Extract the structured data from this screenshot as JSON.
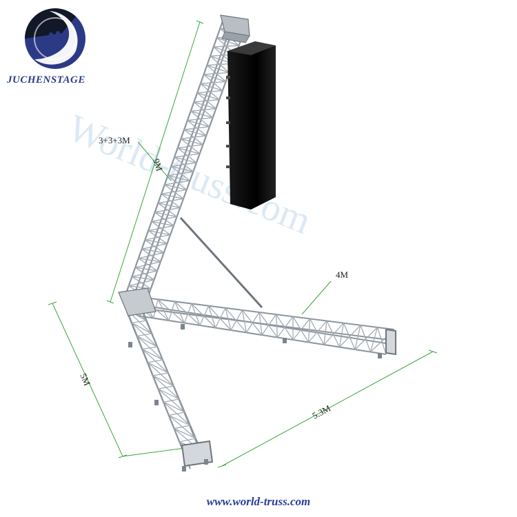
{
  "brand": {
    "name": "JUCHENSTAGE",
    "logo": "juchenstage-logo-icon",
    "colors": {
      "logo_blue": "#2c3a86",
      "logo_dark": "#111827",
      "logo_white": "#ffffff"
    }
  },
  "watermark": {
    "text": "World-truss.com",
    "color": "#d6e6f3"
  },
  "dimensions": {
    "height_total": "9M",
    "height_sections": "3+3+3M",
    "beam_length": "4M",
    "left_leg": "5M",
    "base_span": "5.3M"
  },
  "footer": {
    "url": "www.world-truss.com",
    "color": "#2a3f9a"
  },
  "colors": {
    "truss": "#9aa3ad",
    "truss_dark": "#6d757e",
    "speaker": "#0a0a0a",
    "dim_line": "#3aa63a"
  }
}
